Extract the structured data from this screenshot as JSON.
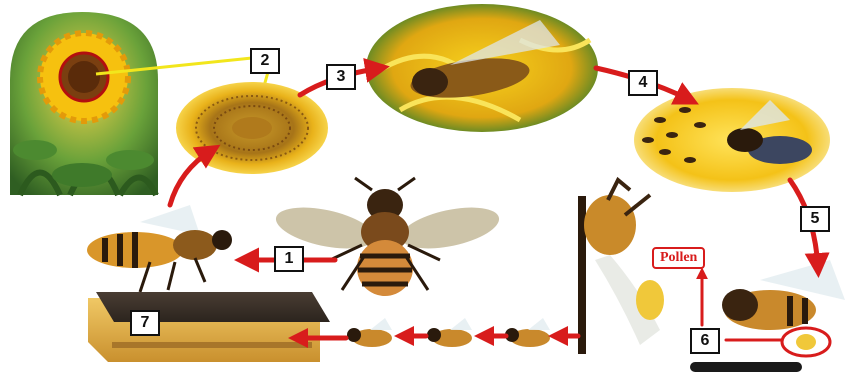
{
  "steps": [
    "1",
    "2",
    "3",
    "4",
    "5",
    "6",
    "7"
  ],
  "pollen_label": "Pollen",
  "colors": {
    "arrow_red": "#d81c1c",
    "pointer_yellow": "#f2e61c",
    "petal_yellow": "#f6c10f",
    "seed_brown": "#6b3a12",
    "bee_amber": "#d9962a",
    "bee_dark": "#2a1a0c",
    "leaf_green": "#3f7a2a",
    "hive_dark": "#3b3028",
    "hive_gold": "#e1b24a"
  }
}
